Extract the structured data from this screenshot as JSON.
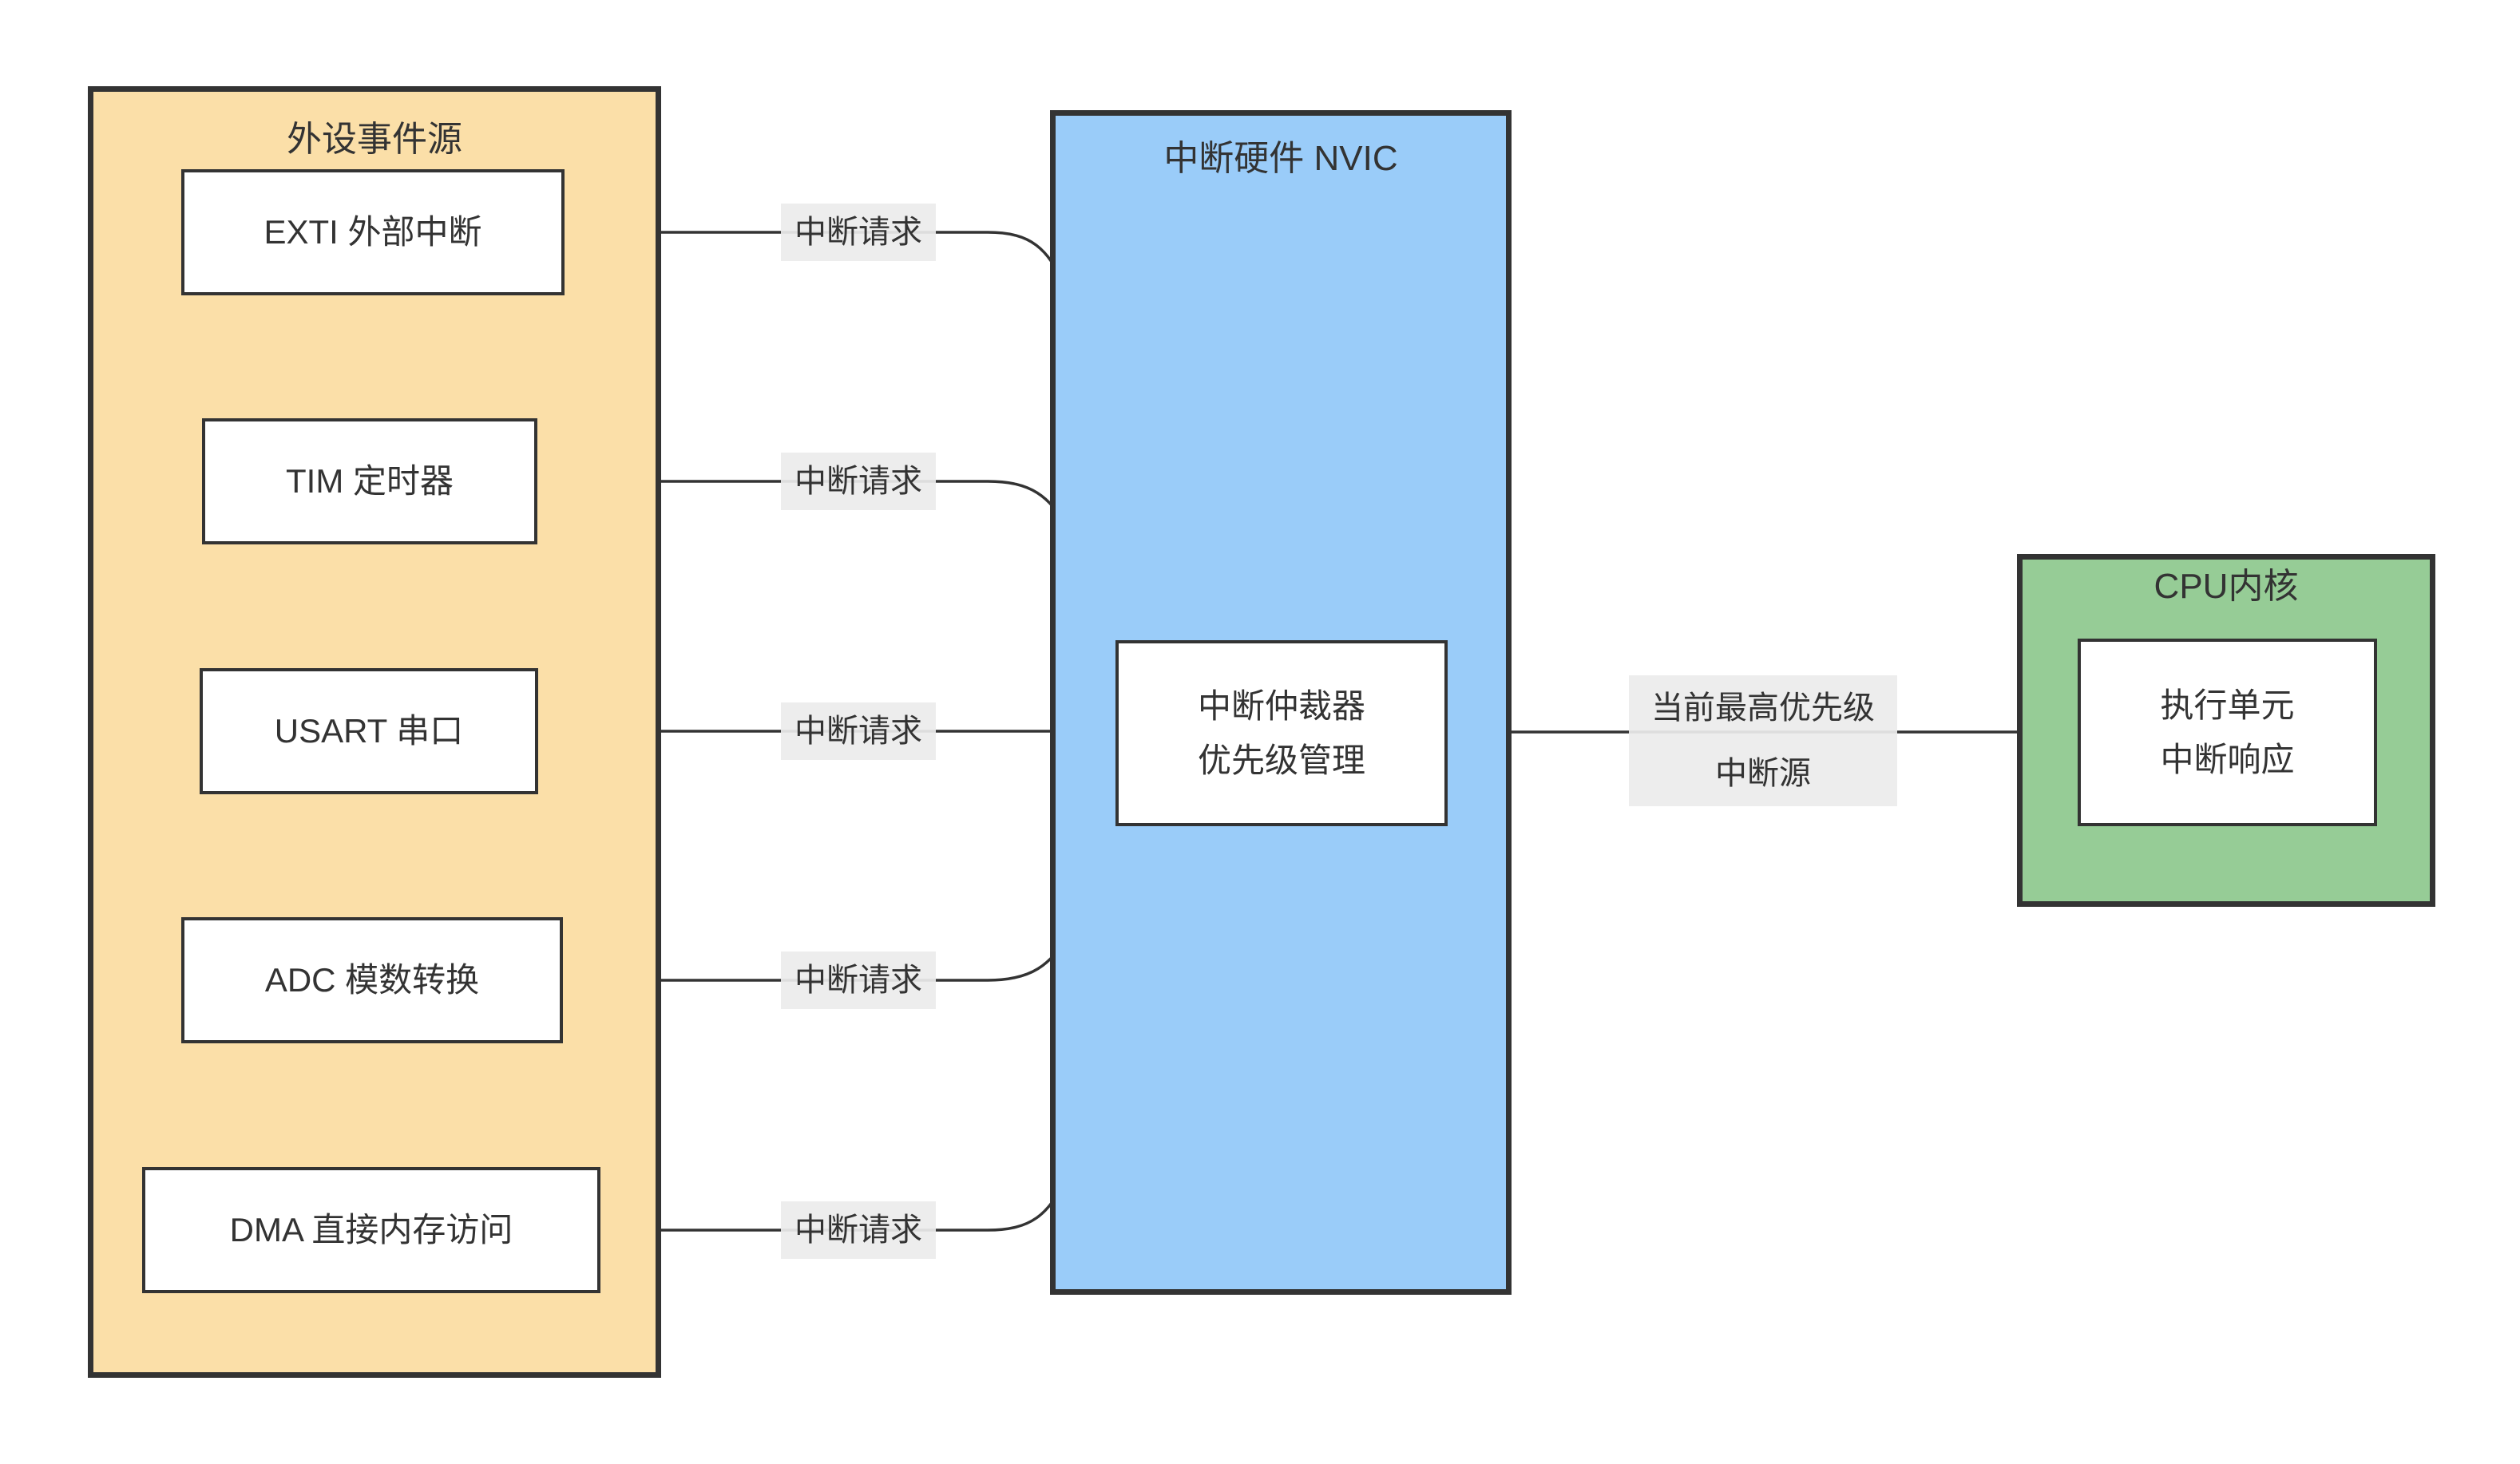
{
  "diagram": {
    "groups": {
      "peripherals": {
        "title": "外设事件源",
        "fill": "#FBDFA8",
        "nodes": [
          {
            "label": "EXTI 外部中断"
          },
          {
            "label": "TIM 定时器"
          },
          {
            "label": "USART 串口"
          },
          {
            "label": "ADC 模数转换"
          },
          {
            "label": "DMA 直接内存访问"
          }
        ]
      },
      "nvic": {
        "title": "中断硬件 NVIC",
        "fill": "#9ACCF9",
        "node": {
          "line1": "中断仲裁器",
          "line2": "优先级管理"
        }
      },
      "cpu": {
        "title": "CPU内核",
        "fill": "#96CC96",
        "node": {
          "line1": "执行单元",
          "line2": "中断响应"
        }
      }
    },
    "edges": {
      "requests": [
        {
          "label": "中断请求"
        },
        {
          "label": "中断请求"
        },
        {
          "label": "中断请求"
        },
        {
          "label": "中断请求"
        },
        {
          "label": "中断请求"
        }
      ],
      "output": {
        "line1": "当前最高优先级",
        "line2": "中断源"
      }
    },
    "colors": {
      "stroke": "#333333",
      "label_bg": "#ECECEC",
      "node_fill": "#FFFFFF"
    }
  }
}
